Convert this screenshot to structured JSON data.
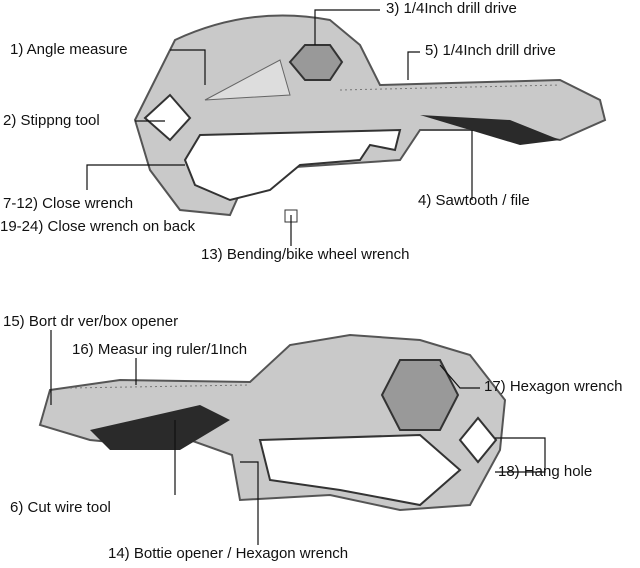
{
  "labels": {
    "l3": "3) 1/4Inch drill drive",
    "l1": "1) Angle measure",
    "l5": "5) 1/4Inch drill drive",
    "l2": "2) Stippng tool",
    "l4": "4) Sawtooth / file",
    "l7": "7-12) Close wrench",
    "l19": "19-24) Close wrench on back",
    "l13": "13) Bending/bike wheel wrench",
    "l15": "15) Bort dr ver/box opener",
    "l16": "16) Measur ing ruler/1Inch",
    "l17": "17) Hexagon wrench",
    "l18": "18) Hang hole",
    "l6": "6) Cut wire tool",
    "l14": "14) Bottie opener / Hexagon wrench"
  },
  "colors": {
    "metal": "#c9c9c9",
    "edge": "#555555",
    "dark": "#2a2a2a"
  }
}
